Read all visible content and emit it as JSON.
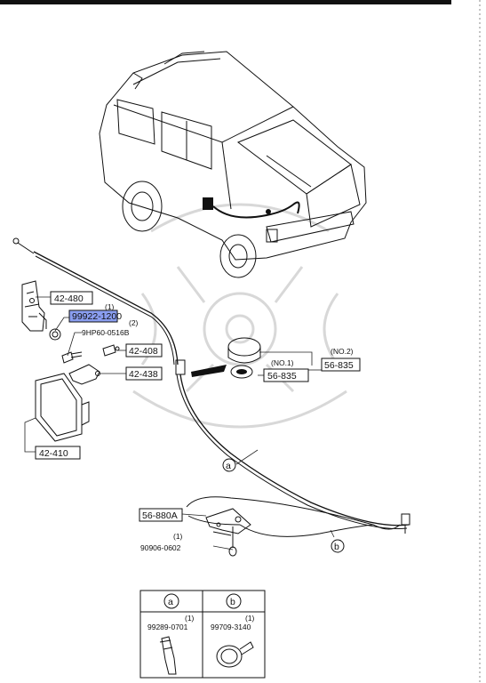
{
  "callouts": {
    "part_42_480": "42-480",
    "part_99922_1200": "99922-1200",
    "qty_99922_1200": "(1)",
    "qty_9hp60": "(2)",
    "part_9hp60_0516b": "9HP60-0516B",
    "part_42_408": "42-408",
    "part_42_438": "42-438",
    "part_42_410": "42-410",
    "no2_tag": "(NO.2)",
    "no1_tag": "(NO.1)",
    "part_56_835_no2": "56-835",
    "part_56_835_no1": "56-835",
    "clip_a": "a",
    "clip_b": "b",
    "part_56_880a": "56-880A",
    "qty_90906": "(1)",
    "part_90906_0602": "90906-0602"
  },
  "legend_table": {
    "col_a_header": "a",
    "col_b_header": "b",
    "col_a_qty": "(1)",
    "col_a_part": "99289-0701",
    "col_b_qty": "(1)",
    "col_b_part": "99709-3140"
  },
  "colors": {
    "highlight": "#8a9ef0",
    "ink": "#111111"
  }
}
